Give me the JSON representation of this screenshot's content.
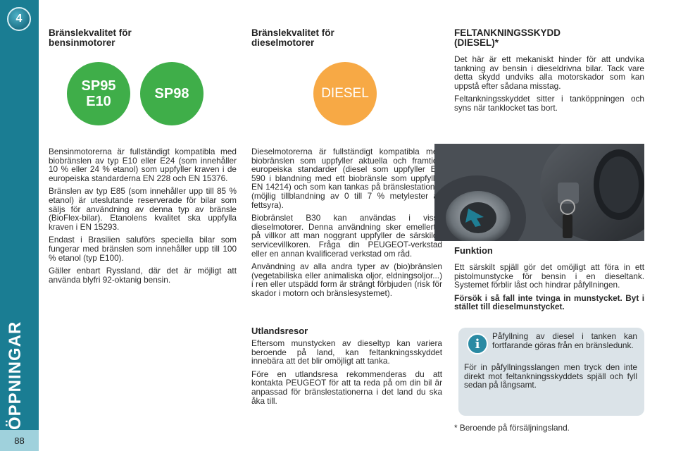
{
  "sidebar": {
    "chapter_number": "4",
    "section_title": "ÖPPNINGAR",
    "page_number": "88"
  },
  "col1": {
    "heading": "Bränslekvalitet för bensinmotorer",
    "badges": [
      {
        "line1": "SP95",
        "line2": "E10",
        "color": "#3fae49"
      },
      {
        "line1": "SP98",
        "color": "#3fae49"
      }
    ],
    "paragraphs": [
      "Bensinmotorerna är fullständigt kompatibla med biobränslen av typ E10 eller E24 (som innehåller 10 % eller 24 % etanol) som uppfyller kraven i de europeiska standarderna EN 228 och EN 15376.",
      "Bränslen av typ E85 (som innehåller upp till 85 % etanol) är uteslutande reserverade för bilar som säljs för användning av denna typ av bränsle (BioFlex-bilar). Etanolens kvalitet ska uppfylla kraven i EN 15293.",
      "Endast i Brasilien saluförs speciella bilar som fungerar med bränslen som innehåller upp till 100 % etanol (typ E100).",
      "Gäller enbart Ryssland, där det är möjligt att använda blyfri 92-oktanig bensin."
    ]
  },
  "col2": {
    "heading": "Bränslekvalitet för dieselmotorer",
    "badge": {
      "label": "DIESEL",
      "color": "#f7a945"
    },
    "paragraphs": [
      "Dieselmotorerna är fullständigt kompatibla med biobränslen som uppfyller aktuella och framtida europeiska standarder (diesel som uppfyller EN 590 i blandning med ett biobränsle som uppfyller EN 14214) och som kan tankas på bränslestationer (möjlig tillblandning av 0 till 7 % metylester av fettsyra).",
      "Biobränslet B30 kan användas i vissa dieselmotorer. Denna användning sker emellertid på villkor att man noggrant uppfyller de särskilda servicevillkoren. Fråga din PEUGEOT-verkstad eller en annan kvalificerad verkstad om råd.",
      "Användning av alla andra typer av (bio)bränslen (vegetabiliska eller animaliska oljor, eldningsoljor...) i ren eller utspädd form är strängt förbjuden (risk för skador i motorn och bränslesystemet)."
    ],
    "sub_heading": "Utlandsresor",
    "sub_paragraphs": [
      "Eftersom munstycken av dieseltyp kan variera beroende på land, kan feltankningsskyddet innebära att det blir omöjligt att tanka.",
      "Före en utlandsresa rekommenderas du att kontakta PEUGEOT för att ta reda på om din bil är anpassad för bränslestationerna i det land du ska åka till."
    ]
  },
  "col3": {
    "heading": "FELTANKNINGSSKYDD (DIESEL)*",
    "paragraphs": [
      "Det här är ett mekaniskt hinder för att undvika tankning av bensin i dieseldrivna bilar. Tack vare detta skydd undviks alla motorskador som kan uppstå efter sådana misstag.",
      "Feltankningsskyddet sitter i tanköppningen och syns när tanklocket tas bort."
    ],
    "function_heading": "Funktion",
    "function_paragraph": "Ett särskilt spjäll gör det omöjligt att föra in ett pistolmunstycke för bensin i en dieseltank. Systemet förblir låst och hindrar påfyllningen.",
    "warning": "Försök i så fall inte tvinga in munstycket. Byt i stället till dieselmunstycket.",
    "info_box": {
      "icon": "info-icon",
      "text1": "Påfyllning av diesel i tanken kan fortfarande göras från en bränsledunk.",
      "text2": "För in påfyllningsslangen men tryck den inte direkt mot feltankningsskyddets spjäll och fyll sedan på långsamt."
    },
    "footnote": "* Beroende på försäljningsland."
  },
  "colors": {
    "sidebar": "#1a7d93",
    "page_number_bg": "#9fd1dc",
    "info_box_bg": "#dbe3e8",
    "petrol_badge": "#3fae49",
    "diesel_badge": "#f7a945"
  }
}
